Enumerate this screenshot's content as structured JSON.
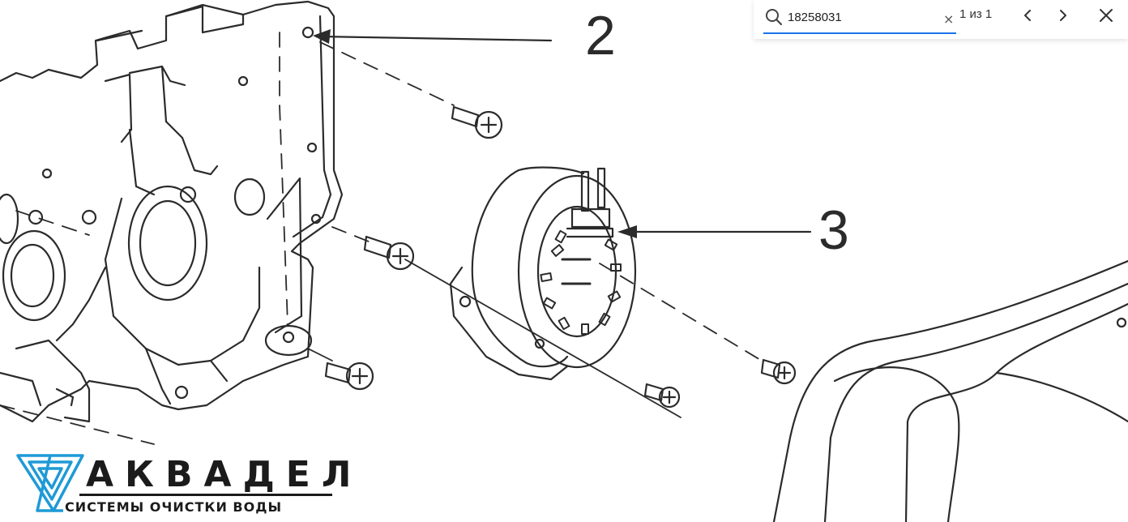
{
  "diagram": {
    "callouts": [
      {
        "number": "2"
      },
      {
        "number": "3"
      }
    ],
    "line_color": "#2b2b2b"
  },
  "find_bar": {
    "query": "18258031",
    "match_count": "1 из 1",
    "icons": {
      "search": "search-icon",
      "clear": "clear-icon",
      "previous": "chevron-left-icon",
      "next": "chevron-right-icon",
      "close": "close-icon"
    },
    "clear_glyph": "×",
    "accent_color": "#1a73e8"
  },
  "logo": {
    "brand": "АКВАДЕЛ",
    "tagline": "СИСТЕМЫ ОЧИСТКИ ВОДЫ",
    "mark_color": "#1f9ad6"
  }
}
